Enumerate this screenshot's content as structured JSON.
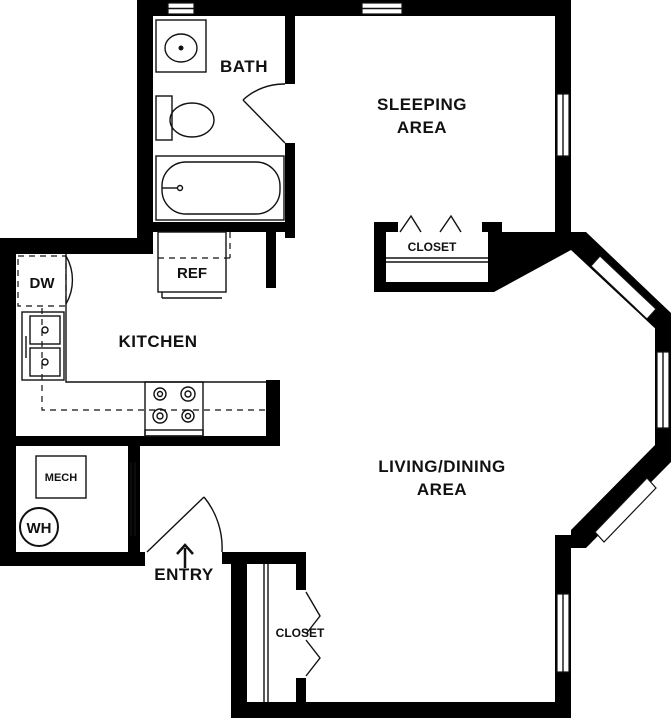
{
  "rooms": {
    "bath": "BATH",
    "sleeping_line1": "SLEEPING",
    "sleeping_line2": "AREA",
    "closet_upper": "CLOSET",
    "ref": "REF",
    "dw": "DW",
    "kitchen": "KITCHEN",
    "living_line1": "LIVING/DINING",
    "living_line2": "AREA",
    "mech": "MECH",
    "wh": "WH",
    "entry": "ENTRY",
    "closet_lower": "CLOSET"
  },
  "colors": {
    "wall": "#000000",
    "line": "#111111",
    "background": "#ffffff"
  }
}
